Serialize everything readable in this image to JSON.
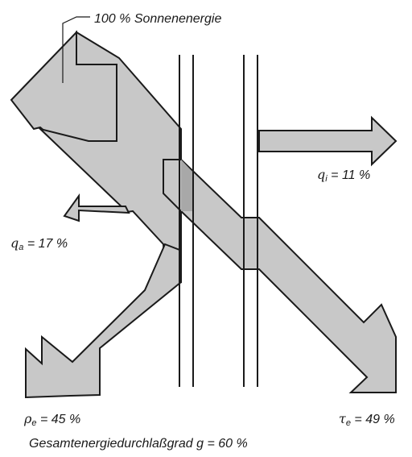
{
  "source": {
    "label": "100 % Sonnenenergie"
  },
  "flows": {
    "q_i": {
      "symbol": "q",
      "sub": "i",
      "text": " = 11 %"
    },
    "q_a": {
      "symbol": "q",
      "sub": "a",
      "text": " = 17 %"
    },
    "rho_e": {
      "symbol": "ρ",
      "sub": "e",
      "text": " = 45 %"
    },
    "tau_e": {
      "symbol": "τ",
      "sub": "e",
      "text": " = 49 %"
    }
  },
  "total": {
    "label": "Gesamtenergiedurchlaßgrad g = 60 %"
  },
  "colors": {
    "arrow_fill": "#c8c8c8",
    "stroke": "#1a1a1a",
    "background": "#ffffff"
  }
}
